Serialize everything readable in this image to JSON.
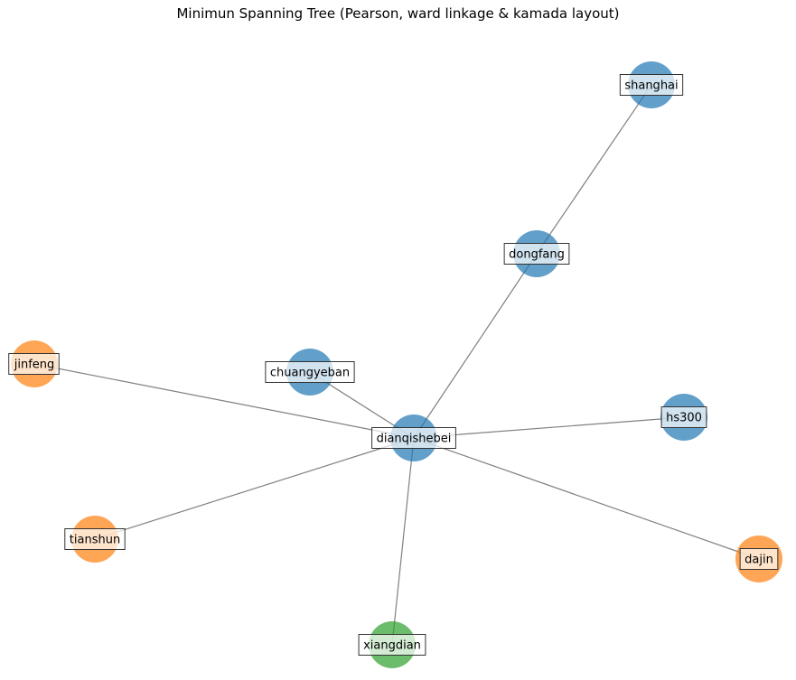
{
  "title": "Minimun Spanning Tree (Pearson, ward linkage & kamada layout)",
  "colors": {
    "cluster1": "#1f77b4",
    "cluster2": "#ff7f0e",
    "cluster3": "#2ca02c",
    "edge": "#808080"
  },
  "nodes": [
    {
      "id": "shanghai",
      "cluster": "cluster1"
    },
    {
      "id": "dongfang",
      "cluster": "cluster1"
    },
    {
      "id": "jinfeng",
      "cluster": "cluster2"
    },
    {
      "id": "chuangyeban",
      "cluster": "cluster1"
    },
    {
      "id": "dianqishebei",
      "cluster": "cluster1"
    },
    {
      "id": "hs300",
      "cluster": "cluster1"
    },
    {
      "id": "tianshun",
      "cluster": "cluster2"
    },
    {
      "id": "dajin",
      "cluster": "cluster2"
    },
    {
      "id": "xiangdian",
      "cluster": "cluster3"
    }
  ],
  "edges": [
    [
      "shanghai",
      "dongfang"
    ],
    [
      "dongfang",
      "dianqishebei"
    ],
    [
      "jinfeng",
      "dianqishebei"
    ],
    [
      "chuangyeban",
      "dianqishebei"
    ],
    [
      "hs300",
      "dianqishebei"
    ],
    [
      "tianshun",
      "dianqishebei"
    ],
    [
      "dajin",
      "dianqishebei"
    ],
    [
      "xiangdian",
      "dianqishebei"
    ]
  ]
}
